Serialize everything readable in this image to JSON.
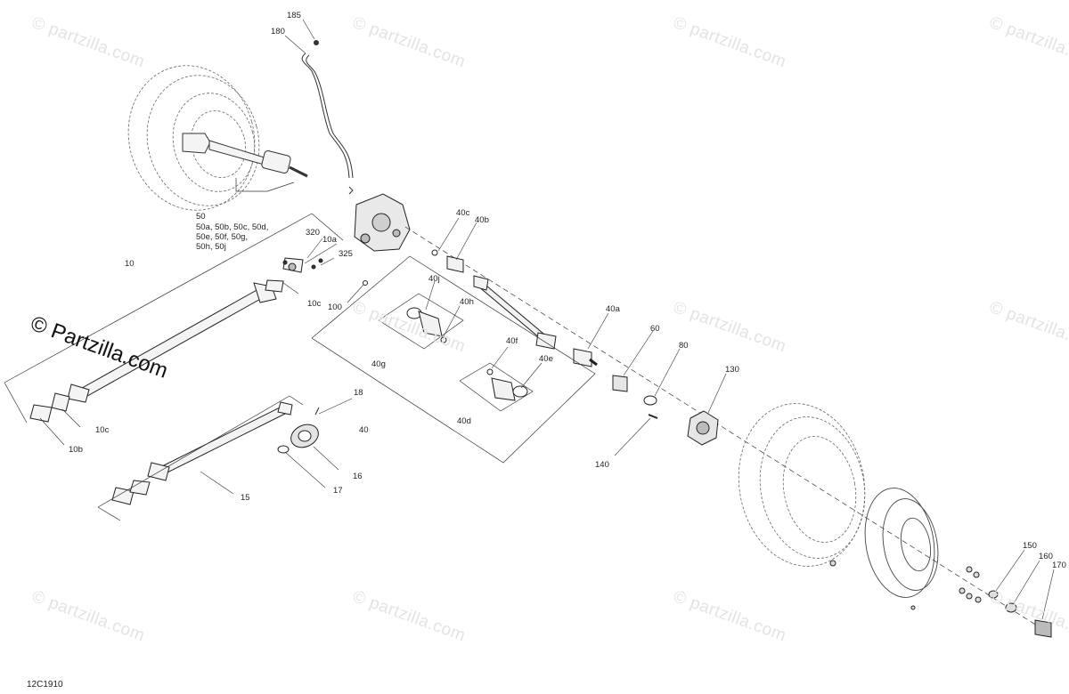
{
  "watermark": {
    "text": "© partzilla.com",
    "brand_text": "© Partzilla.com"
  },
  "diagram_code": "12C1910",
  "callouts": {
    "c185": "185",
    "c180": "180",
    "c50": "50",
    "c50_list": "50a, 50b, 50c, 50d,\n50e, 50f, 50g,\n50h, 50j",
    "c320": "320",
    "c10a": "10a",
    "c325": "325",
    "c10": "10",
    "c10c_top": "10c",
    "c100": "100",
    "c10c_bottom": "10c",
    "c10b": "10b",
    "c40c": "40c",
    "c40b": "40b",
    "c40j": "40j",
    "c40h": "40h",
    "c40g": "40g",
    "c40f": "40f",
    "c40e": "40e",
    "c40d": "40d",
    "c40": "40",
    "c40a": "40a",
    "c60": "60",
    "c80": "80",
    "c130": "130",
    "c140": "140",
    "c18": "18",
    "c16": "16",
    "c17": "17",
    "c15": "15",
    "c150": "150",
    "c160": "160",
    "c170": "170"
  }
}
